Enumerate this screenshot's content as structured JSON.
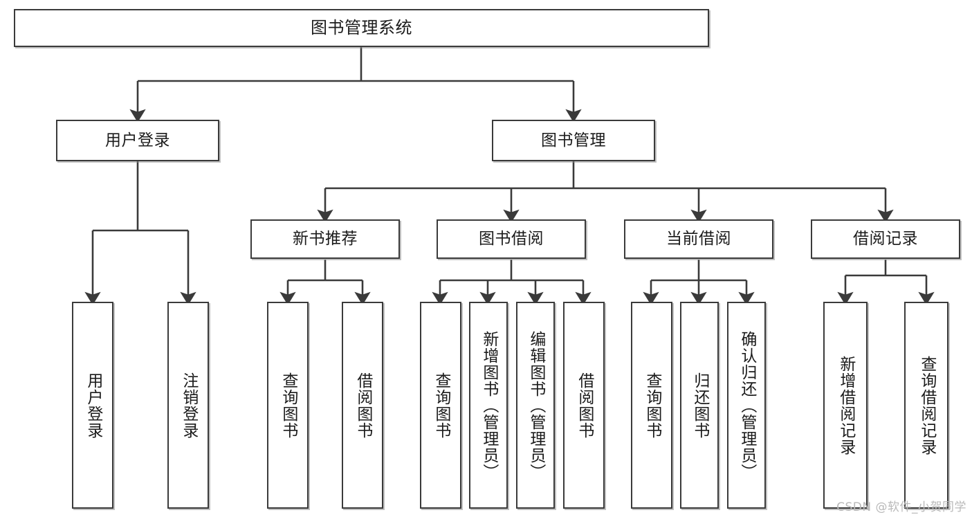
{
  "diagram": {
    "title": "图书管理系统",
    "type": "功能结构图",
    "watermark": "CSDN @软件_小贺同学",
    "style": {
      "box_border": "#3a3a3a",
      "box_fill": "#ffffff",
      "line": "#3a3a3a",
      "text": "#1b1b1b",
      "watermark_color": "#b9b9b9",
      "background": "#ffffff"
    }
  },
  "nodes": {
    "root": {
      "label": "图书管理系统",
      "level": 1
    },
    "l2": [
      {
        "id": "user-login",
        "label": "用户登录",
        "level": 2
      },
      {
        "id": "book-manage",
        "label": "图书管理",
        "level": 2
      }
    ],
    "l3": [
      {
        "id": "new-book-recommend",
        "label": "新书推荐",
        "level": 3,
        "parent": "book-manage"
      },
      {
        "id": "book-borrow",
        "label": "图书借阅",
        "level": 3,
        "parent": "book-manage"
      },
      {
        "id": "current-borrow",
        "label": "当前借阅",
        "level": 3,
        "parent": "book-manage"
      },
      {
        "id": "borrow-record",
        "label": "借阅记录",
        "level": 3,
        "parent": "book-manage"
      }
    ],
    "leaves": [
      {
        "id": "leaf-user-login",
        "label": "用户登录",
        "parent": "user-login"
      },
      {
        "id": "leaf-user-logout",
        "label": "注销登录",
        "parent": "user-login"
      },
      {
        "id": "leaf-query-book-1",
        "label": "查询图书",
        "parent": "new-book-recommend"
      },
      {
        "id": "leaf-borrow-book-1",
        "label": "借阅图书",
        "parent": "new-book-recommend"
      },
      {
        "id": "leaf-query-book-2",
        "label": "查询图书",
        "parent": "book-borrow"
      },
      {
        "id": "leaf-add-book",
        "label": "新增图书（管理员）",
        "parent": "book-borrow"
      },
      {
        "id": "leaf-edit-book",
        "label": "编辑图书（管理员）",
        "parent": "book-borrow"
      },
      {
        "id": "leaf-borrow-book-2",
        "label": "借阅图书",
        "parent": "book-borrow"
      },
      {
        "id": "leaf-query-book-3",
        "label": "查询图书",
        "parent": "current-borrow"
      },
      {
        "id": "leaf-return-book",
        "label": "归还图书",
        "parent": "current-borrow"
      },
      {
        "id": "leaf-confirm-return",
        "label": "确认归还（管理员）",
        "parent": "current-borrow"
      },
      {
        "id": "leaf-add-record",
        "label": "新增借阅记录",
        "parent": "borrow-record"
      },
      {
        "id": "leaf-query-record",
        "label": "查询借阅记录",
        "parent": "borrow-record"
      }
    ]
  }
}
